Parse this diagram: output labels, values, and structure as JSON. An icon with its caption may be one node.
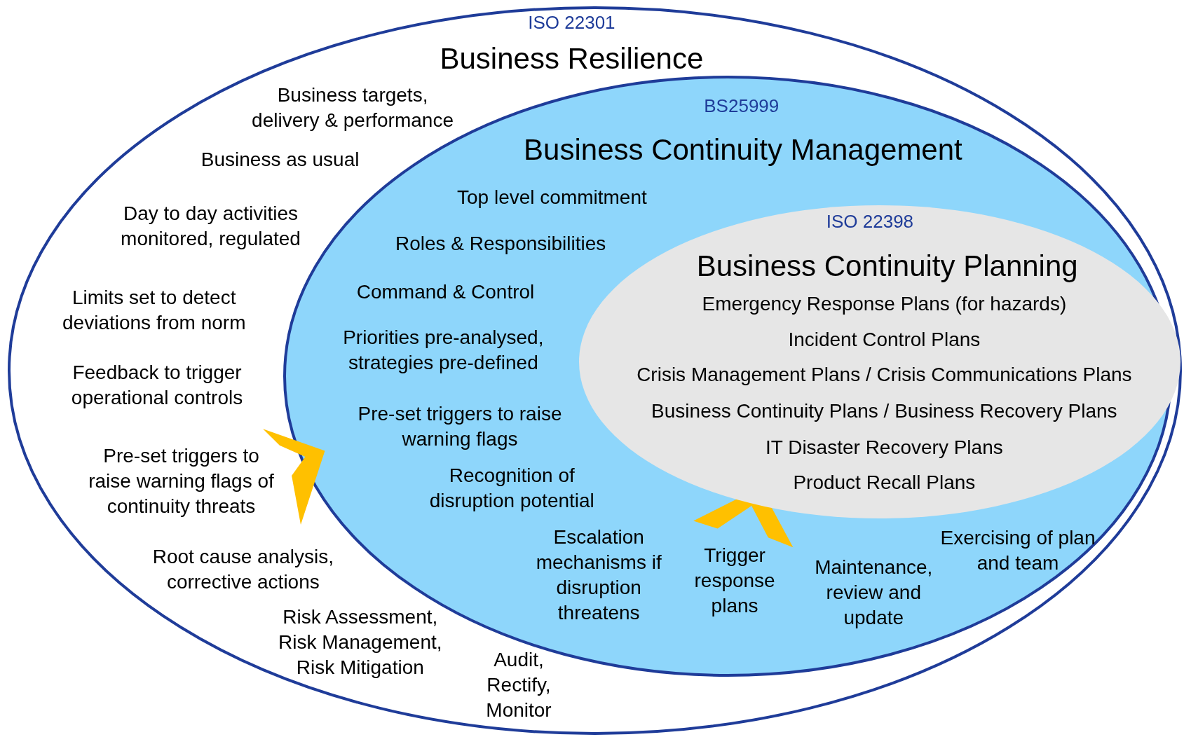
{
  "diagram": {
    "nodes": [
      {
        "text": [
          "ISO 22301",
          "Business Resilience",
          "Business targets, delivery & performance",
          "Business as usual",
          "Day to day activities monitored, regulated",
          "Limits set to detect deviations from norm",
          "Feedback to trigger operational controls",
          "Pre-set triggers to raise warning flags of continuity threats",
          "Root cause analysis, corrective actions",
          "Risk Assessment, Risk Management, Risk Mitigation",
          "Audit, Rectify, Monitor"
        ]
      },
      {
        "text": [
          "BS25999",
          "Business Continuity Management",
          "Top level commitment",
          "Roles & Responsibilities",
          "Command & Control",
          "Priorities pre-analysed, strategies pre-defined",
          "Pre-set triggers to raise warning flags",
          "Recognition of disruption potential",
          "Escalation mechanisms if disruption threatens",
          "Trigger response plans",
          "Maintenance, review and update",
          "Exercising of plan and team"
        ],
        "in": 0
      },
      {
        "text": [
          "ISO 22398",
          "Business Continuity Planning",
          "Emergency Response Plans (for hazards)",
          "Incident Control Plans",
          "Crisis Management Plans / Crisis Communications Plans",
          "Business Continuity Plans / Business Recovery Plans",
          "IT Disaster Recovery Plans",
          "Product Recall Plans"
        ],
        "in": 1
      }
    ]
  }
}
